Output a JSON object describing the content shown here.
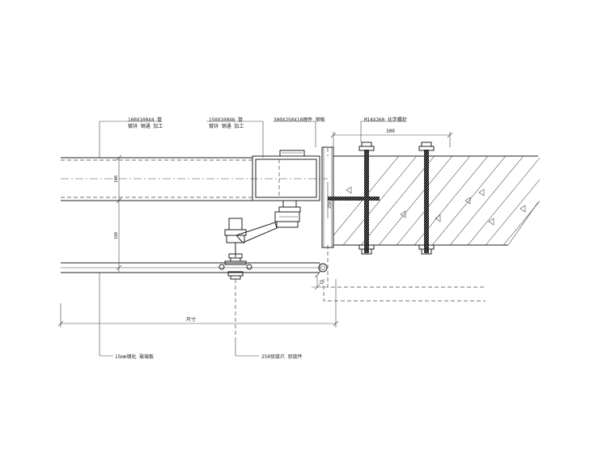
{
  "labels": {
    "tube_100": "100X100X4 管",
    "tube_100_sub": "镀锌 钢通 加工",
    "tube_150": "150X100X6 管",
    "tube_150_sub": "镀锌 钢通 加工",
    "plate": "300X250X10埋件 钢板",
    "anchor": "M14X260 化学螺栓",
    "glass": "15mm钢化 玻璃板",
    "fitting": "250驳接爪 驳接件"
  },
  "dimensions": {
    "dim_300": "300",
    "dim_100": "100",
    "dim_180": "180",
    "dim_250": "250",
    "dim_15": "15",
    "dim_total": "尺寸"
  },
  "colors": {
    "line": "#222222",
    "background": "#ffffff"
  }
}
